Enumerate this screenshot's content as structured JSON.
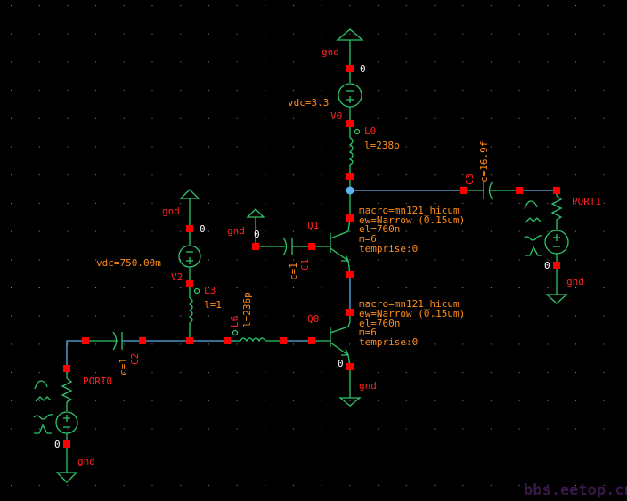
{
  "colors": {
    "background": "#000000",
    "wire": "#2ec46a",
    "net_wire": "#5aaee8",
    "pin": "#ff0000",
    "instance_label": "#ff2020",
    "parameter": "#ff8c1a",
    "node_dot": "#5ab4f0"
  },
  "top_supply": {
    "gnd": "gnd",
    "node": "0",
    "name": "V0",
    "param": "vdc=3.3"
  },
  "l0": {
    "name": "L0",
    "param": "l=238p"
  },
  "c3": {
    "name": "C3",
    "param": "c=16.9f"
  },
  "port1": {
    "name": "PORT1",
    "node": "0",
    "gnd": "gnd"
  },
  "q1": {
    "name": "Q1",
    "params": [
      "macro=mn121_hicum",
      "ew=Narrow (0.15um)",
      "el=760n",
      "m=6",
      "temprise:0"
    ]
  },
  "q1_gnd": {
    "gnd": "gnd",
    "node": "0"
  },
  "c1": {
    "name": "C1",
    "param": "c=1"
  },
  "q0": {
    "name": "Q0",
    "params": [
      "macro=mn121_hicum",
      "ew=Narrow (0.15um)",
      "el=760n",
      "m=6",
      "temprise:0"
    ],
    "node": "0",
    "gnd": "gnd"
  },
  "v2": {
    "gnd": "gnd",
    "node": "0",
    "name": "V2",
    "param": "vdc=750.00m"
  },
  "l3": {
    "name": "L3",
    "param": "l=1"
  },
  "l6": {
    "name": "L6",
    "param": "l=236p"
  },
  "c2": {
    "name": "C2",
    "param": "c=1"
  },
  "port0": {
    "name": "PORT0",
    "node": "0",
    "gnd": "gnd"
  },
  "watermark": "bbs.eetop.cn"
}
